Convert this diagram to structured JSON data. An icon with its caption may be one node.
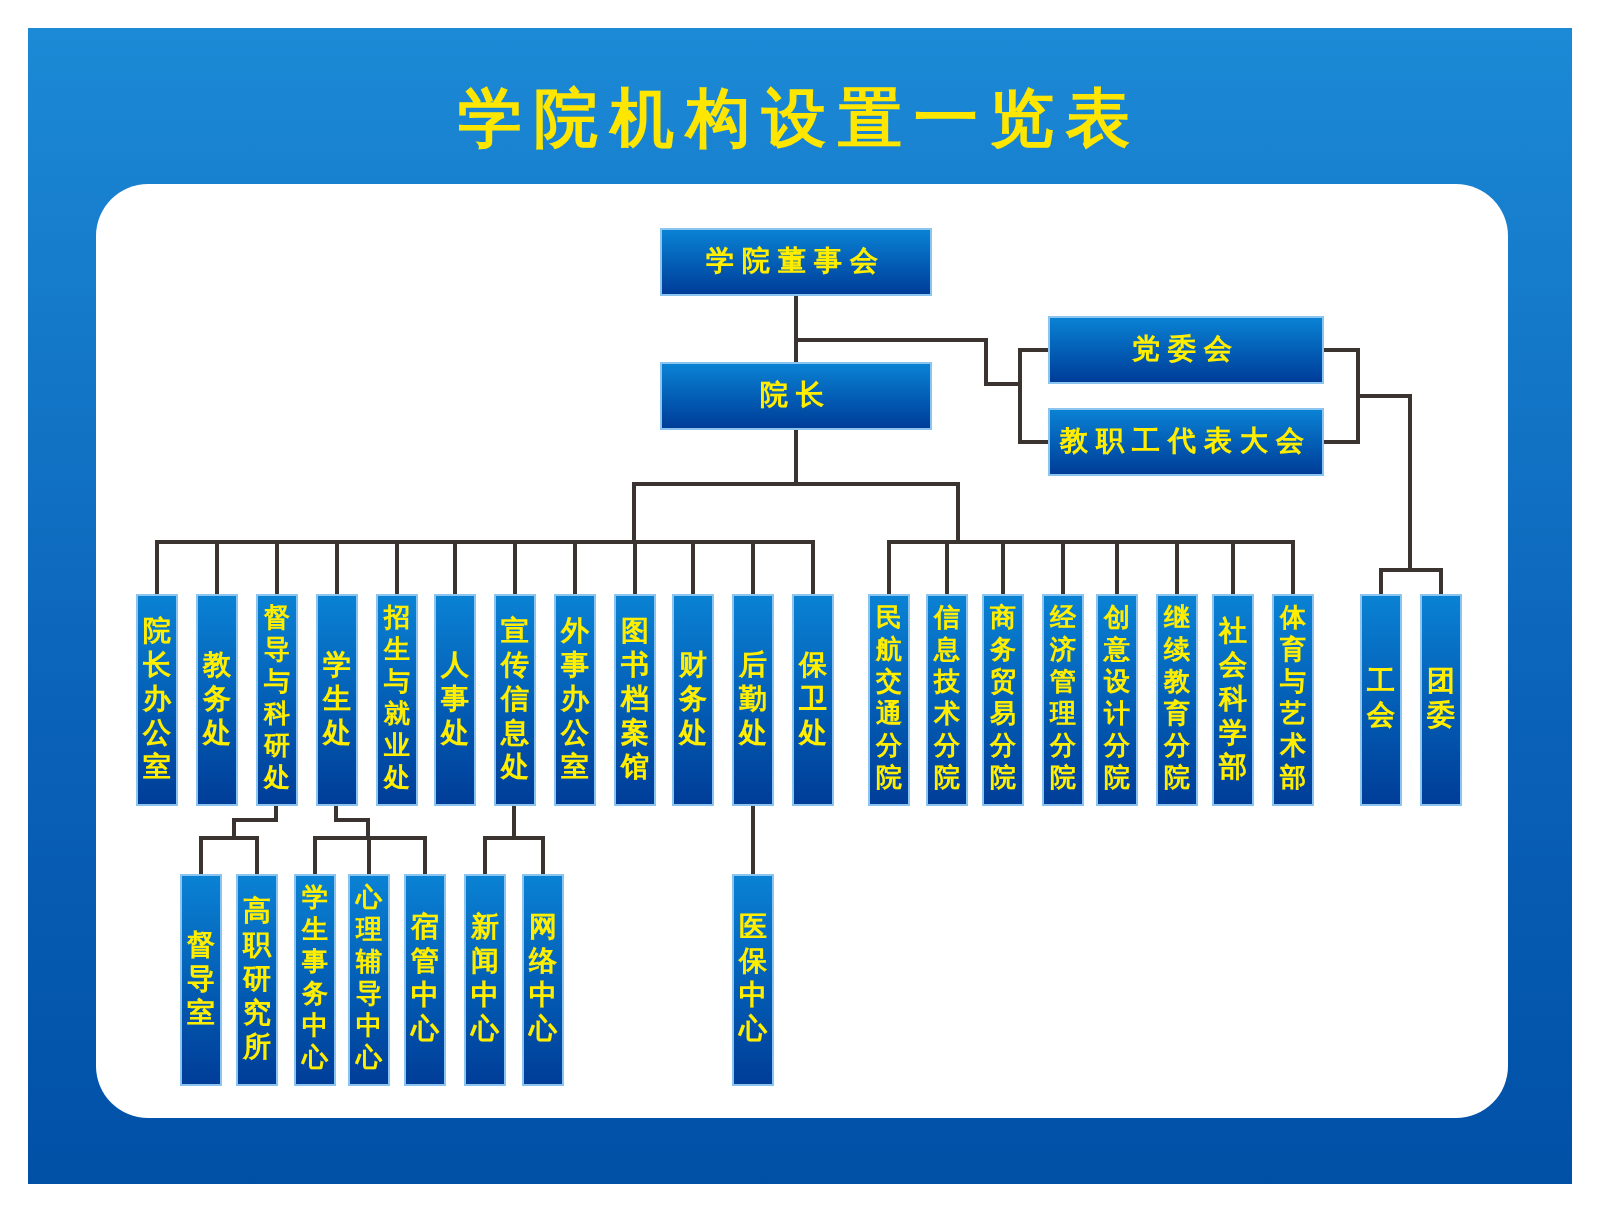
{
  "diagram": {
    "title": "学院机构设置一览表",
    "nodes": [
      {
        "text": [
          "学院董事会"
        ]
      },
      {
        "text": [
          "党委会"
        ]
      },
      {
        "text": [
          "院长"
        ]
      },
      {
        "text": [
          "教职工代表大会"
        ]
      },
      {
        "text": [
          "院长办公室"
        ]
      },
      {
        "text": [
          "教务处"
        ]
      },
      {
        "text": [
          "督导与科研处"
        ]
      },
      {
        "text": [
          "学生处"
        ]
      },
      {
        "text": [
          "招生与就业处"
        ]
      },
      {
        "text": [
          "人事处"
        ]
      },
      {
        "text": [
          "宣传信息处"
        ]
      },
      {
        "text": [
          "外事办公室"
        ]
      },
      {
        "text": [
          "图书档案馆"
        ]
      },
      {
        "text": [
          "财务处"
        ]
      },
      {
        "text": [
          "后勤处"
        ]
      },
      {
        "text": [
          "保卫处"
        ]
      },
      {
        "text": [
          "民航交通分院"
        ]
      },
      {
        "text": [
          "信息技术分院"
        ]
      },
      {
        "text": [
          "商务贸易分院"
        ]
      },
      {
        "text": [
          "经济管理分院"
        ]
      },
      {
        "text": [
          "创意设计分院"
        ]
      },
      {
        "text": [
          "继续教育分院"
        ]
      },
      {
        "text": [
          "社会科学部"
        ]
      },
      {
        "text": [
          "体育与艺术部"
        ]
      },
      {
        "text": [
          "工会"
        ]
      },
      {
        "text": [
          "团委"
        ]
      },
      {
        "text": [
          "督导室"
        ]
      },
      {
        "text": [
          "高职研究所"
        ]
      },
      {
        "text": [
          "学生事务中心"
        ]
      },
      {
        "text": [
          "心理辅导中心"
        ]
      },
      {
        "text": [
          "宿管中心"
        ]
      },
      {
        "text": [
          "新闻中心"
        ]
      },
      {
        "text": [
          "网络中心"
        ]
      },
      {
        "text": [
          "医保中心"
        ]
      }
    ],
    "edges": [
      {
        "from": 0,
        "to": 2,
        "arrow": "none"
      },
      {
        "from": 0,
        "to": 1,
        "arrow": "none"
      },
      {
        "from": 0,
        "to": 3,
        "arrow": "none"
      },
      {
        "from": 2,
        "to": 4,
        "arrow": "none"
      },
      {
        "from": 2,
        "to": 5,
        "arrow": "none"
      },
      {
        "from": 2,
        "to": 6,
        "arrow": "none"
      },
      {
        "from": 2,
        "to": 7,
        "arrow": "none"
      },
      {
        "from": 2,
        "to": 8,
        "arrow": "none"
      },
      {
        "from": 2,
        "to": 9,
        "arrow": "none"
      },
      {
        "from": 2,
        "to": 10,
        "arrow": "none"
      },
      {
        "from": 2,
        "to": 11,
        "arrow": "none"
      },
      {
        "from": 2,
        "to": 12,
        "arrow": "none"
      },
      {
        "from": 2,
        "to": 13,
        "arrow": "none"
      },
      {
        "from": 2,
        "to": 14,
        "arrow": "none"
      },
      {
        "from": 2,
        "to": 15,
        "arrow": "none"
      },
      {
        "from": 2,
        "to": 16,
        "arrow": "none"
      },
      {
        "from": 2,
        "to": 17,
        "arrow": "none"
      },
      {
        "from": 2,
        "to": 18,
        "arrow": "none"
      },
      {
        "from": 2,
        "to": 19,
        "arrow": "none"
      },
      {
        "from": 2,
        "to": 20,
        "arrow": "none"
      },
      {
        "from": 2,
        "to": 21,
        "arrow": "none"
      },
      {
        "from": 2,
        "to": 22,
        "arrow": "none"
      },
      {
        "from": 2,
        "to": 23,
        "arrow": "none"
      },
      {
        "from": 1,
        "to": 24,
        "arrow": "none"
      },
      {
        "from": 1,
        "to": 25,
        "arrow": "none"
      },
      {
        "from": 3,
        "to": 24,
        "arrow": "none"
      },
      {
        "from": 3,
        "to": 25,
        "arrow": "none"
      },
      {
        "from": 6,
        "to": 26,
        "arrow": "none"
      },
      {
        "from": 6,
        "to": 27,
        "arrow": "none"
      },
      {
        "from": 7,
        "to": 28,
        "arrow": "none"
      },
      {
        "from": 7,
        "to": 29,
        "arrow": "none"
      },
      {
        "from": 7,
        "to": 30,
        "arrow": "none"
      },
      {
        "from": 10,
        "to": 31,
        "arrow": "none"
      },
      {
        "from": 10,
        "to": 32,
        "arrow": "none"
      },
      {
        "from": 14,
        "to": 33,
        "arrow": "none"
      }
    ]
  }
}
